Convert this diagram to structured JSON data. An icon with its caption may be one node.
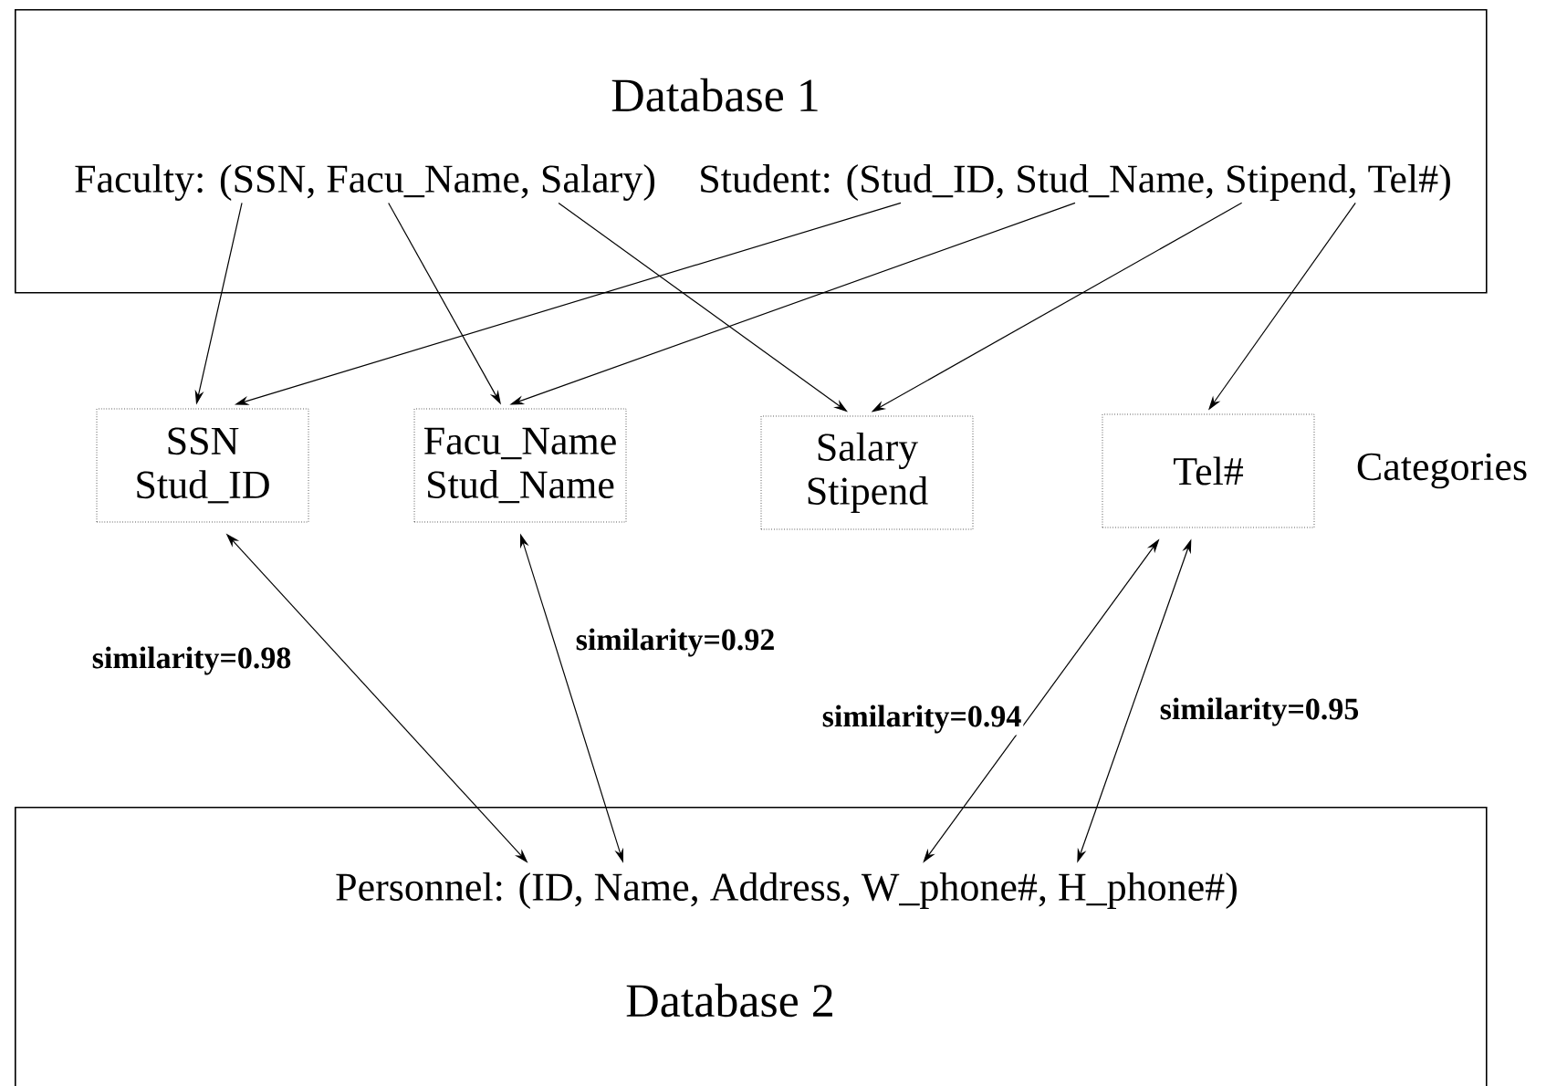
{
  "diagram": {
    "nodes": [
      {
        "text": [
          "Database 1"
        ]
      },
      {
        "text": [
          "Faculty: (SSN, Facu_Name, Salary)"
        ],
        "in": 0
      },
      {
        "text": [
          "Student: (Stud_ID, Stud_Name,  Stipend, Tel#)"
        ],
        "in": 0
      },
      {
        "text": [
          "SSN",
          "Stud_ID"
        ]
      },
      {
        "text": [
          "Facu_Name",
          "Stud_Name"
        ]
      },
      {
        "text": [
          "Salary",
          "Stipend"
        ]
      },
      {
        "text": [
          "Tel#"
        ]
      },
      {
        "text": [
          "Database 2"
        ]
      },
      {
        "text": [
          "Personnel: (ID, Name, Address, W_phone#, H_phone#)"
        ],
        "in": 7
      }
    ],
    "edges": [
      {
        "from": 1,
        "to": 3,
        "arrow": "to"
      },
      {
        "from": 1,
        "to": 4,
        "arrow": "to"
      },
      {
        "from": 1,
        "to": 5,
        "arrow": "to"
      },
      {
        "from": 2,
        "to": 3,
        "arrow": "to"
      },
      {
        "from": 2,
        "to": 4,
        "arrow": "to"
      },
      {
        "from": 2,
        "to": 5,
        "arrow": "to"
      },
      {
        "from": 2,
        "to": 6,
        "arrow": "to"
      },
      {
        "from": 3,
        "to": 8,
        "arrow": "both",
        "label": "similarity=0.98"
      },
      {
        "from": 4,
        "to": 8,
        "arrow": "both",
        "label": "similarity=0.92"
      },
      {
        "from": 6,
        "to": 8,
        "arrow": "both",
        "label": "similarity=0.94"
      },
      {
        "from": 6,
        "to": 8,
        "arrow": "both",
        "label": "similarity=0.95"
      }
    ],
    "labels": [
      "Categories"
    ]
  }
}
